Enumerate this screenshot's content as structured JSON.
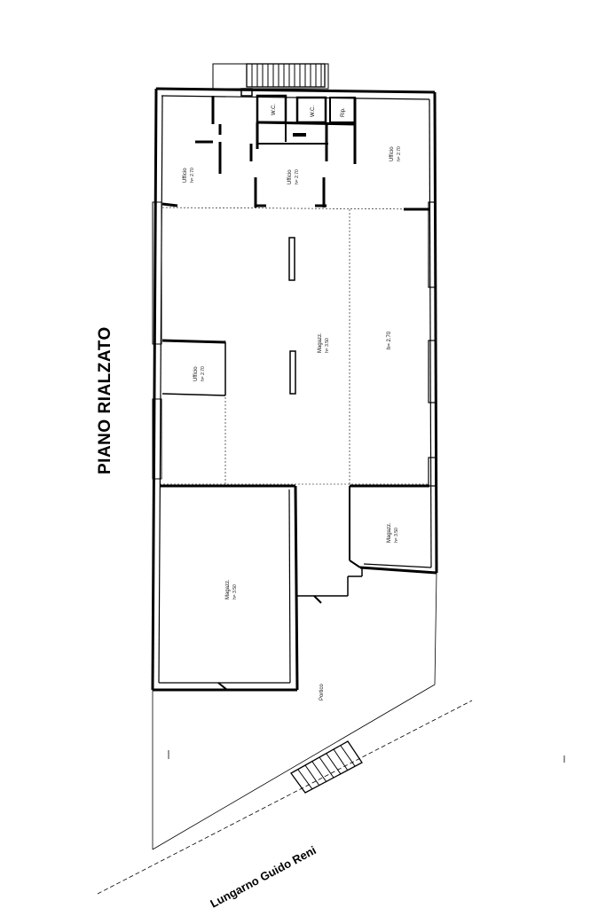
{
  "title": "PIANO RIALZATO",
  "street": "Lungarno Guido Reni",
  "rooms": {
    "ufficio_top_left": {
      "name": "Ufficio",
      "height": "h= 2.70"
    },
    "ufficio_top_mid": {
      "name": "Ufficio",
      "height": "h= 2.70"
    },
    "ufficio_top_right": {
      "name": "Ufficio",
      "height": "h= 2.70"
    },
    "wc_1": {
      "name": "W.C."
    },
    "wc_2": {
      "name": "W.C."
    },
    "rip": {
      "name": "Rip."
    },
    "magazzino_main": {
      "name": "Magazz.",
      "height": "h= 3.50"
    },
    "main_right": {
      "height": "h= 2.70"
    },
    "ufficio_small": {
      "name": "Ufficio",
      "height": "h= 2.70"
    },
    "magazzino_right": {
      "name": "Magazz.",
      "height": "h= 3.50"
    },
    "magazzino_bottom": {
      "name": "Magazz.",
      "height": "h= 3.50"
    },
    "portico": {
      "name": "Portico"
    }
  }
}
